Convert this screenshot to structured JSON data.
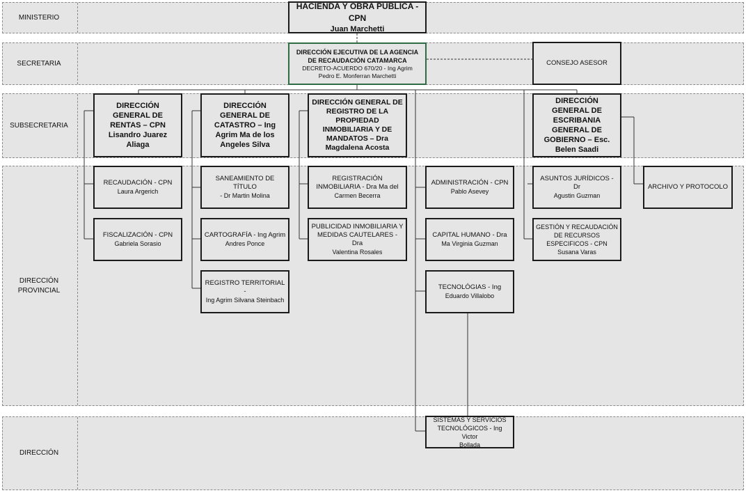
{
  "levels": {
    "ministerio": "MINISTERIO",
    "secretaria": "SECRETARIA",
    "subsecretaria": "SUBSECRETARIA",
    "direccion_provincial": "DIRECCIÓN\nPROVINCIAL",
    "direccion": "DIRECCIÓN"
  },
  "ministerio": {
    "title": "HACIENDA Y OBRA PÚBLICA - CPN",
    "name": "Juan Marchetti"
  },
  "secretaria": {
    "title": "DIRECCIÓN EJECUTIVA DE LA AGENCIA DE RECAUDACIÓN CATAMARCA",
    "decree": "DECRETO-ACUERDO 670/20 - Ing Agrim",
    "name": "Pedro E. Monferran Marchetti",
    "consejo": "CONSEJO ASESOR"
  },
  "subsecretarias": {
    "rentas": {
      "title": "DIRECCIÓN GENERAL DE RENTAS – CPN",
      "name": "Lisandro Juarez Aliaga"
    },
    "catastro": {
      "title": "DIRECCIÓN GENERAL DE CATASTRO – Ing",
      "name": "Agrim Ma de los Angeles Silva"
    },
    "registro": {
      "title": "DIRECCIÓN GENERAL DE REGISTRO DE LA PROPIEDAD INMOBILIARIA Y DE MANDATOS – Dra",
      "name": "Magdalena Acosta"
    },
    "escribania": {
      "title": "DIRECCIÓN GENERAL DE ESCRIBANIA GENERAL DE GOBIERNO – Esc.",
      "name": "Belen Saadi"
    }
  },
  "provinciales": {
    "recaudacion": {
      "title": "RECAUDACIÓN - CPN",
      "name": "Laura Argerich"
    },
    "fiscalizacion": {
      "title": "FISCALIZACIÓN - CPN",
      "name": "Gabriela Sorasio"
    },
    "saneamiento": {
      "title": "SANEAMIENTO DE TÍTULO",
      "name": "- Dr Martin Molina"
    },
    "cartografia": {
      "title": "CARTOGRAFÍA - Ing Agrim",
      "name": "Andres Ponce"
    },
    "registro_territorial": {
      "title": "REGISTRO TERRITORIAL -",
      "name": "Ing Agrim Silvana Steinbach"
    },
    "registracion": {
      "title": "REGISTRACIÓN INMOBILIARIA - Dra Ma del",
      "name": "Carmen Becerra"
    },
    "publicidad": {
      "title": "PUBLICIDAD INMOBILIARIA Y MEDIDAS CAUTELARES - Dra",
      "name": "Valentina Rosales"
    },
    "administracion": {
      "title": "ADMINISTRACIÓN - CPN",
      "name": "Pablo Asevey"
    },
    "capital_humano": {
      "title": "CAPITAL HUMANO - Dra",
      "name": "Ma Virginia Guzman"
    },
    "tecnologias": {
      "title": "TECNOLÓGIAS - Ing",
      "name": "Eduardo Villalobo"
    },
    "asuntos_juridicos": {
      "title": "ASUNTOS JURÍDICOS - Dr",
      "name": "Agustin Guzman"
    },
    "gestion_recaudacion": {
      "title": "GESTIÓN Y RECAUDACIÓN DE RECURSOS ESPECIFICOS - CPN",
      "name": "Susana Varas"
    },
    "archivo": {
      "title": "ARCHIVO Y PROTOCOLO"
    }
  },
  "direcciones": {
    "sistemas": {
      "title": "SISTEMAS Y SERVICIOS TECNOLÓGICOS - Ing Victor",
      "name": "Bollada"
    }
  },
  "colors": {
    "band": "#e6e5e6",
    "box_border": "#1a1a1a",
    "secretaria_border": "#2e6b45",
    "connector": "#333333"
  }
}
